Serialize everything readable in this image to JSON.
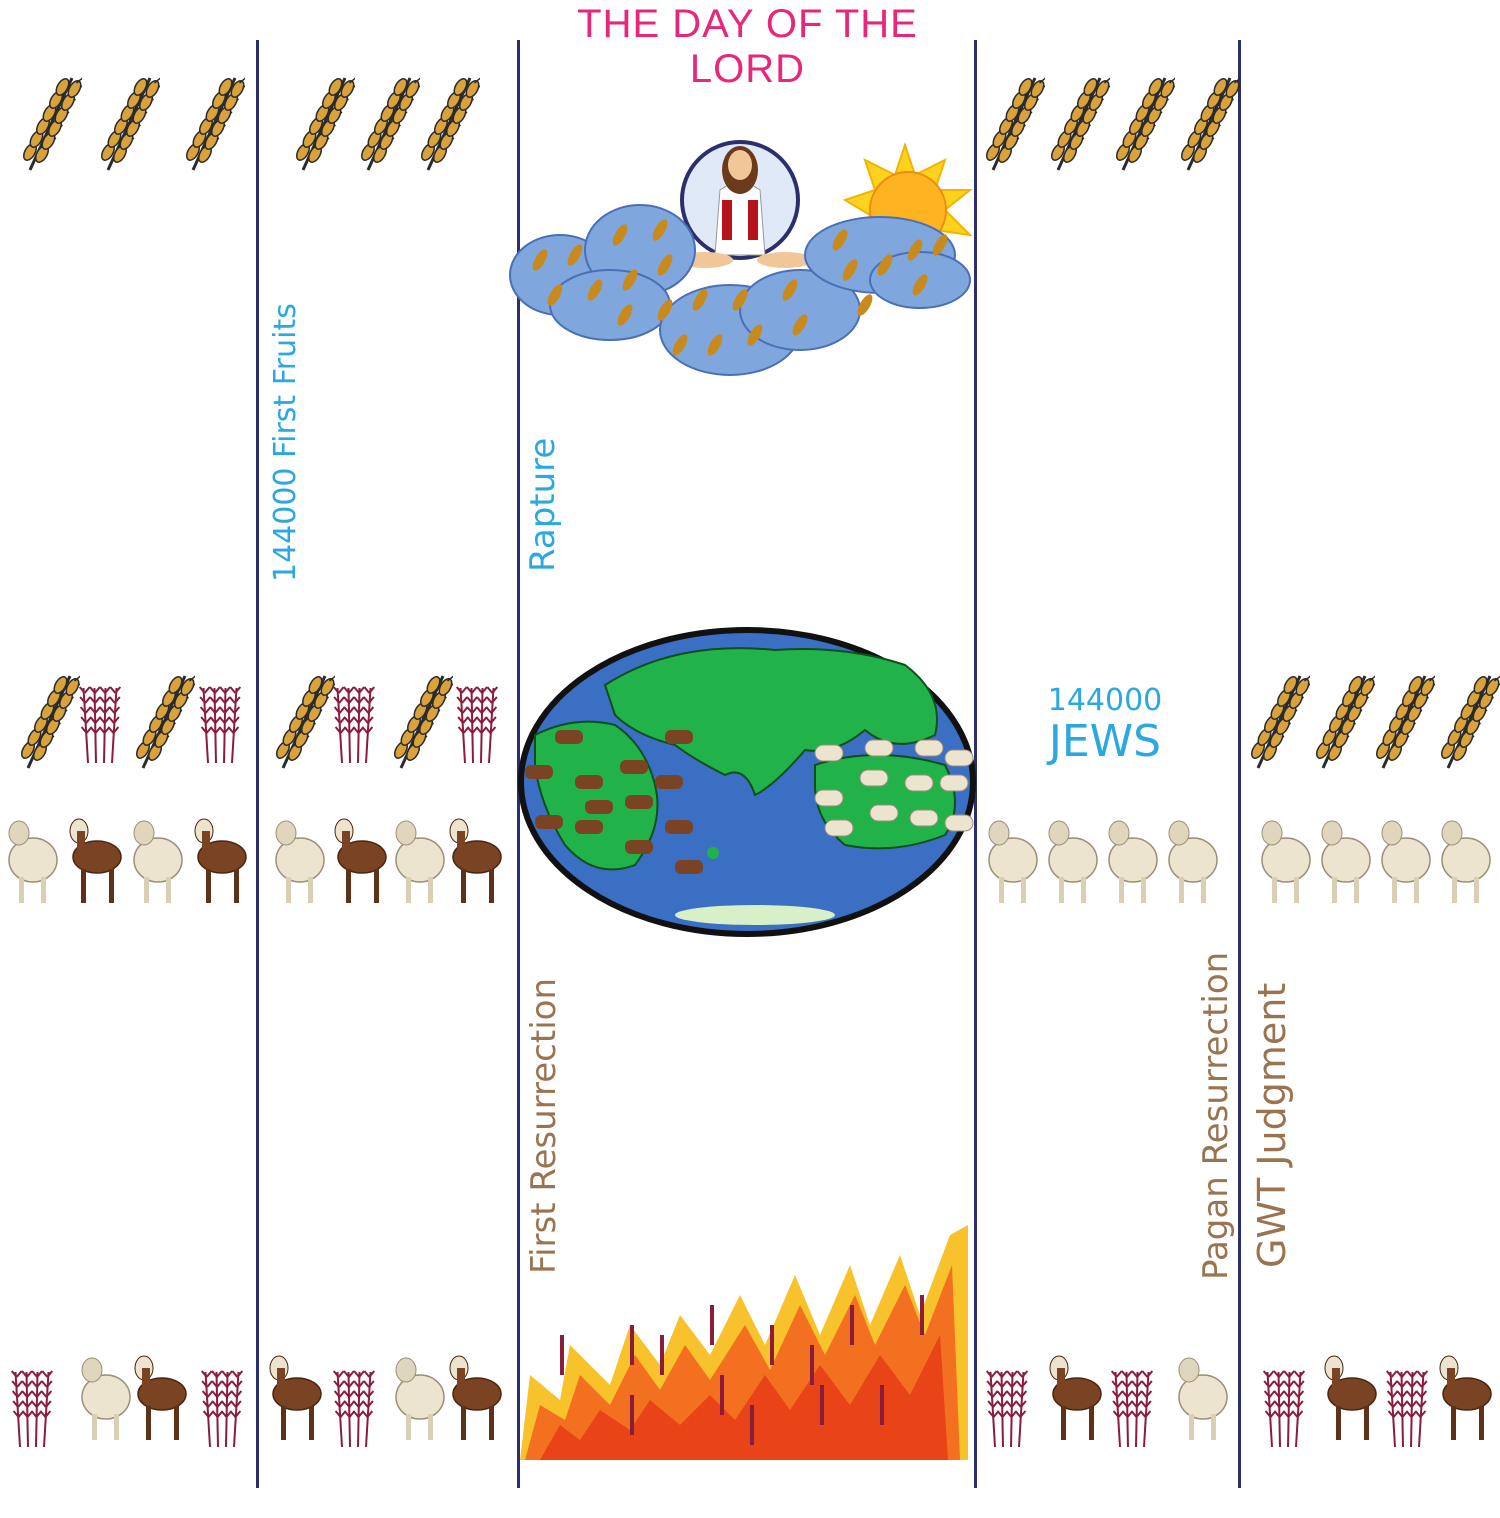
{
  "title": "THE DAY OF THE LORD",
  "labels": {
    "first_fruits": "144000 First Fruits",
    "rapture": "Rapture",
    "first_resurrection": "First Resurrection",
    "pagan_resurrection": "Pagan Resurrection",
    "gwt_judgment": "GWT Judgment",
    "jews_count": "144000",
    "jews": "JEWS"
  },
  "colors": {
    "title": "#e8267a",
    "blue_label": "#2aa8df",
    "tan_label": "#9a7350",
    "divider": "#2b2f6e",
    "wheat_gold": "#d9a23a",
    "tares_red": "#8a1c3c",
    "sheep": "#ece4cf",
    "goat": "#7a4424",
    "flame_orange": "#f2701f",
    "flame_yellow": "#f7c22c",
    "earth_blue": "#3a6fc4",
    "earth_green": "#22b24a",
    "sun": "#ffd21f"
  },
  "icons": [
    "wheat-icon",
    "tares-icon",
    "sheep-icon",
    "goat-icon",
    "christ-figure",
    "cloud-icon",
    "sun-icon",
    "earth-globe",
    "fire-icon"
  ]
}
